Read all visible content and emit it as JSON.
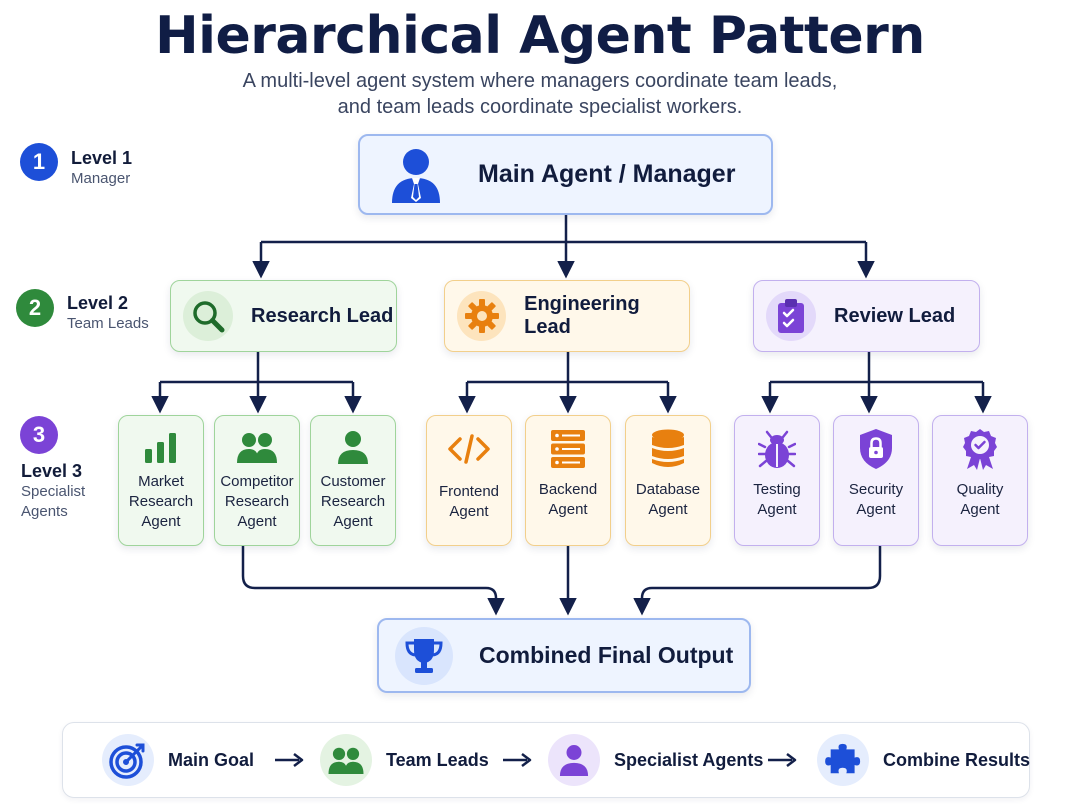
{
  "title": "Hierarchical Agent Pattern",
  "subtitle": {
    "line1": "A multi-level agent system where managers coordinate team leads,",
    "line2": "and team leads coordinate specialist workers."
  },
  "levels": [
    {
      "number": "1",
      "name": "Level 1",
      "desc": "Manager",
      "color": "#1d4fd8"
    },
    {
      "number": "2",
      "name": "Level 2",
      "desc": "Team Leads",
      "color": "#2f8a3c"
    },
    {
      "number": "3",
      "name": "Level 3",
      "desc_line1": "Specialist",
      "desc_line2": "Agents",
      "color": "#7b43d6"
    }
  ],
  "manager": {
    "label": "Main Agent / Manager",
    "icon": "manager-person-icon"
  },
  "leads": [
    {
      "label": "Research Lead",
      "icon": "magnifier-icon",
      "color": "#2f8a3c"
    },
    {
      "label": "Engineering Lead",
      "icon": "gear-icon",
      "color": "#e8800f"
    },
    {
      "label": "Review Lead",
      "icon": "clipboard-check-icon",
      "color": "#7b43d6"
    }
  ],
  "specialists": {
    "research": [
      {
        "line1": "Market",
        "line2": "Research",
        "line3": "Agent",
        "icon": "bar-chart-icon"
      },
      {
        "line1": "Competitor",
        "line2": "Research",
        "line3": "Agent",
        "icon": "group-icon"
      },
      {
        "line1": "Customer",
        "line2": "Research",
        "line3": "Agent",
        "icon": "person-icon"
      }
    ],
    "engineering": [
      {
        "line1": "Frontend",
        "line2": "Agent",
        "icon": "code-brackets-icon"
      },
      {
        "line1": "Backend",
        "line2": "Agent",
        "icon": "server-icon"
      },
      {
        "line1": "Database",
        "line2": "Agent",
        "icon": "database-icon"
      }
    ],
    "review": [
      {
        "line1": "Testing",
        "line2": "Agent",
        "icon": "bug-icon"
      },
      {
        "line1": "Security",
        "line2": "Agent",
        "icon": "shield-lock-icon"
      },
      {
        "line1": "Quality",
        "line2": "Agent",
        "icon": "award-badge-icon"
      }
    ]
  },
  "final_output": {
    "label": "Combined Final Output",
    "icon": "trophy-icon"
  },
  "flow": [
    {
      "label": "Main Goal",
      "icon": "target-icon"
    },
    {
      "label": "Team Leads",
      "icon": "group-icon"
    },
    {
      "label": "Specialist Agents",
      "icon": "person-icon"
    },
    {
      "label": "Combine Results",
      "icon": "puzzle-icon"
    }
  ],
  "colors": {
    "connector": "#13204a",
    "blue": "#1d4fd8",
    "green": "#2f8a3c",
    "orange": "#e8800f",
    "purple": "#7b43d6"
  }
}
